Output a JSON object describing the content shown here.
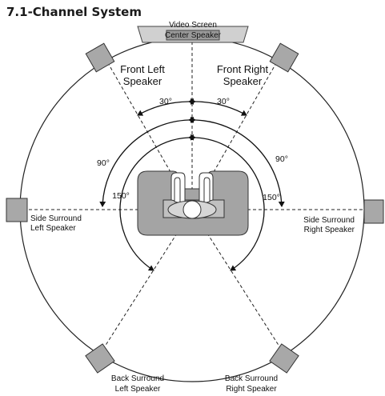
{
  "title": "7.1-Channel System",
  "screen": {
    "label": "Video Screen",
    "center": "Center Speaker"
  },
  "speakers": {
    "front_left": [
      "Front Left",
      "Speaker"
    ],
    "front_right": [
      "Front Right",
      "Speaker"
    ],
    "side_left": [
      "Side Surround",
      "Left Speaker"
    ],
    "side_right": [
      "Side Surround",
      "Right Speaker"
    ],
    "back_left": [
      "Back Surround",
      "Left Speaker"
    ],
    "back_right": [
      "Back Surround",
      "Right Speaker"
    ]
  },
  "angles": {
    "front_left": "30°",
    "front_right": "30°",
    "side_left": "90°",
    "side_right": "90°",
    "rear_left": "150°",
    "rear_right": "150°"
  }
}
